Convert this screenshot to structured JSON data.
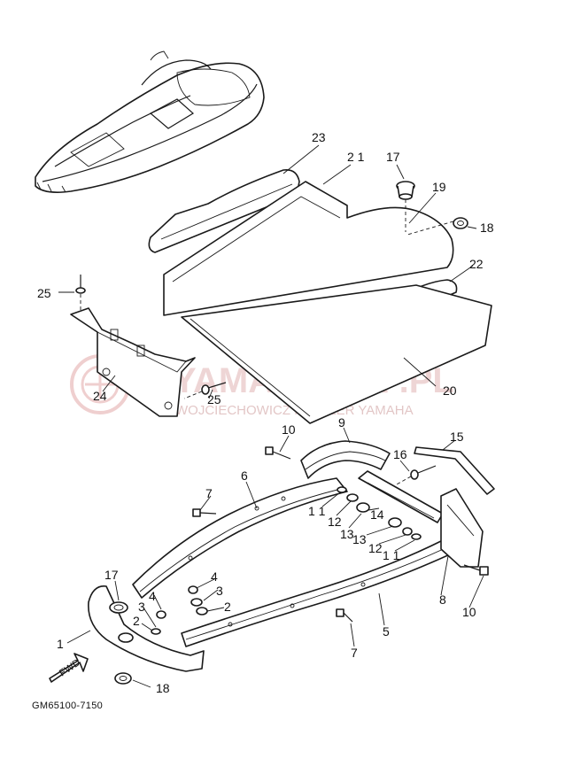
{
  "diagram": {
    "code": "GM65100-7150",
    "callouts": [
      {
        "id": "c23",
        "label": "23"
      },
      {
        "id": "c21",
        "label": "2 1"
      },
      {
        "id": "c17a",
        "label": "17"
      },
      {
        "id": "c19",
        "label": "19"
      },
      {
        "id": "c18a",
        "label": "18"
      },
      {
        "id": "c22",
        "label": "22"
      },
      {
        "id": "c25a",
        "label": "25"
      },
      {
        "id": "c20",
        "label": "20"
      },
      {
        "id": "c24",
        "label": "24"
      },
      {
        "id": "c25b",
        "label": "25"
      },
      {
        "id": "c10a",
        "label": "10"
      },
      {
        "id": "c9",
        "label": "9"
      },
      {
        "id": "c15",
        "label": "15"
      },
      {
        "id": "c16",
        "label": "16"
      },
      {
        "id": "c7a",
        "label": "7"
      },
      {
        "id": "c6",
        "label": "6"
      },
      {
        "id": "c11a",
        "label": "1 1"
      },
      {
        "id": "c12a",
        "label": "12"
      },
      {
        "id": "c14",
        "label": "14"
      },
      {
        "id": "c13a",
        "label": "13"
      },
      {
        "id": "c13b",
        "label": "13"
      },
      {
        "id": "c12b",
        "label": "12"
      },
      {
        "id": "c11b",
        "label": "1 1"
      },
      {
        "id": "c4a",
        "label": "4"
      },
      {
        "id": "c3a",
        "label": "3"
      },
      {
        "id": "c2a",
        "label": "2"
      },
      {
        "id": "c17b",
        "label": "17"
      },
      {
        "id": "c4b",
        "label": "4"
      },
      {
        "id": "c3b",
        "label": "3"
      },
      {
        "id": "c2b",
        "label": "2"
      },
      {
        "id": "c8",
        "label": "8"
      },
      {
        "id": "c10b",
        "label": "10"
      },
      {
        "id": "c1",
        "label": "1"
      },
      {
        "id": "c5",
        "label": "5"
      },
      {
        "id": "c7b",
        "label": "7"
      },
      {
        "id": "c18b",
        "label": "18"
      }
    ],
    "fwd_label": "FWD"
  },
  "watermark": {
    "title": "YAMA-SKLEP.PL",
    "subtitle": "WOJCIECHOWICZ I DEALER YAMAHA"
  }
}
